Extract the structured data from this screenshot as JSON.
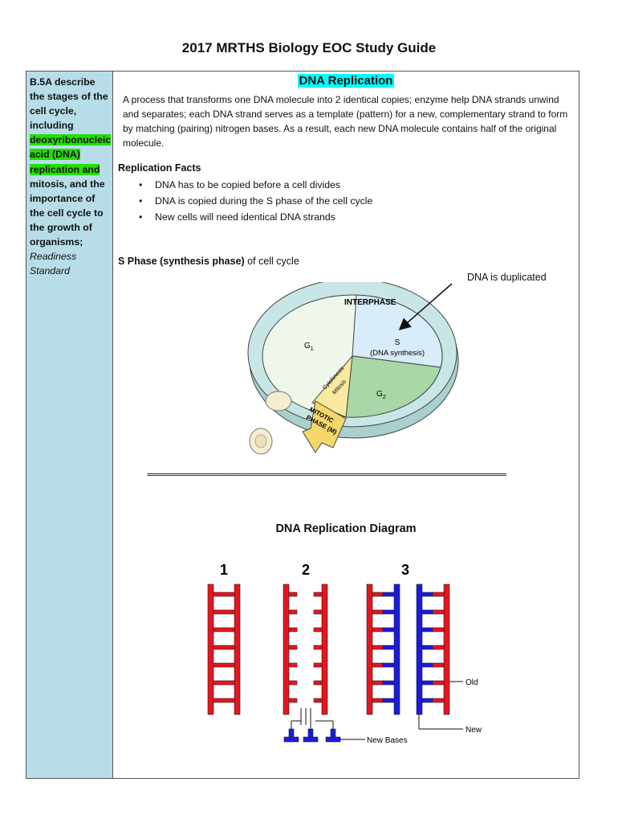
{
  "document": {
    "title": "2017 MRTHS Biology EOC Study Guide"
  },
  "standard": {
    "code_text": "B.5A describe the stages of the cell cycle, including",
    "highlight_text": "deoxyribonucleic acid (DNA) replication and",
    "rest_text": "mitosis, and the importance of the cell cycle to the growth of organisms;",
    "type_text": "Readiness Standard"
  },
  "section": {
    "heading": "DNA Replication",
    "intro": "A process that transforms one DNA molecule into 2 identical copies; enzyme help DNA strands unwind and separates; each DNA strand serves as a template (pattern) for a new, complementary strand to form by matching (pairing) nitrogen bases. As a result, each new DNA molecule contains half of the original molecule.",
    "facts_heading": "Replication Facts",
    "facts": [
      "DNA has to be copied before a cell divides",
      "DNA is copied during the S phase of the cell cycle",
      "New cells will need identical DNA strands"
    ],
    "sphase_bold": "S Phase (synthesis phase)",
    "sphase_rest": " of cell cycle",
    "dna_duplicated": "DNA is duplicated"
  },
  "cell_cycle_figure": {
    "interphase": "INTERPHASE",
    "g1": "G",
    "g1_sub": "1",
    "s": "S",
    "s_sub": "(DNA synthesis)",
    "g2": "G",
    "g2_sub": "2",
    "cytokinesis": "Cytokinesis",
    "mitosis": "Mitosis",
    "mitotic": "MITOTIC",
    "phase_m": "PHASE (M)",
    "colors": {
      "g1": "#eef7ea",
      "s": "#d8ecf9",
      "g2": "#a8d8a8",
      "ring": "#c9e6e6",
      "mitotic": "#f4d76a"
    }
  },
  "divider": "=================================================================================",
  "replication_diagram": {
    "title": "DNA Replication Diagram",
    "step_labels": [
      "1",
      "2",
      "3"
    ],
    "old_label": "Old",
    "new_label": "New",
    "new_bases_label": "New Bases",
    "colors": {
      "old": "#e8141e",
      "new": "#1a1ae0"
    }
  }
}
